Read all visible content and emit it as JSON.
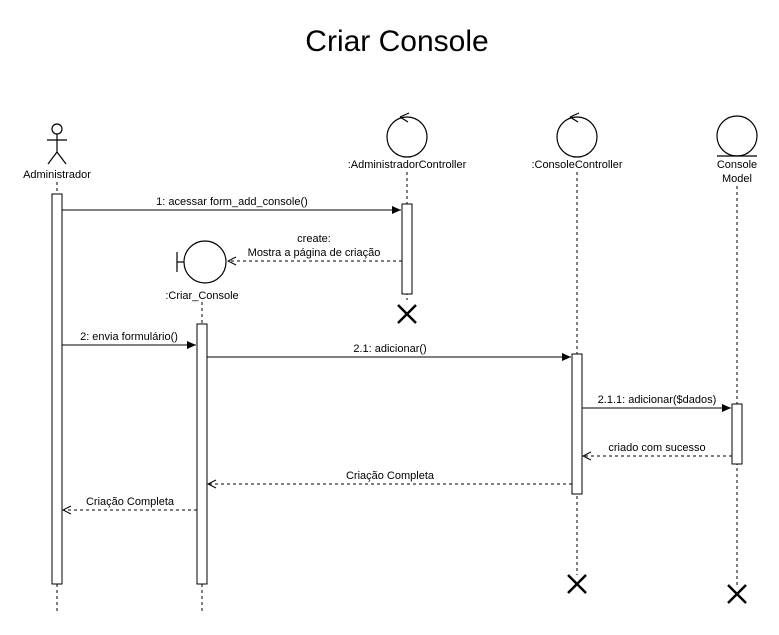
{
  "title": "Criar Console",
  "participants": {
    "admin": "Administrador",
    "admin_controller": ":AdministradorController",
    "console_controller": ":ConsoleController",
    "console_model_line1": "Console",
    "console_model_line2": "Model",
    "criar_console": ":Criar_Console"
  },
  "messages": {
    "m1": "1: acessar form_add_console()",
    "create_line1": "create:",
    "create_line2": "Mostra a página de criação",
    "m2": "2: envia formulário()",
    "m21": "2.1: adicionar()",
    "m211": "2.1.1: adicionar($dados)",
    "r_sucesso": "criado com sucesso",
    "r_completa1": "Criação Completa",
    "r_completa2": "Criação Completa"
  }
}
